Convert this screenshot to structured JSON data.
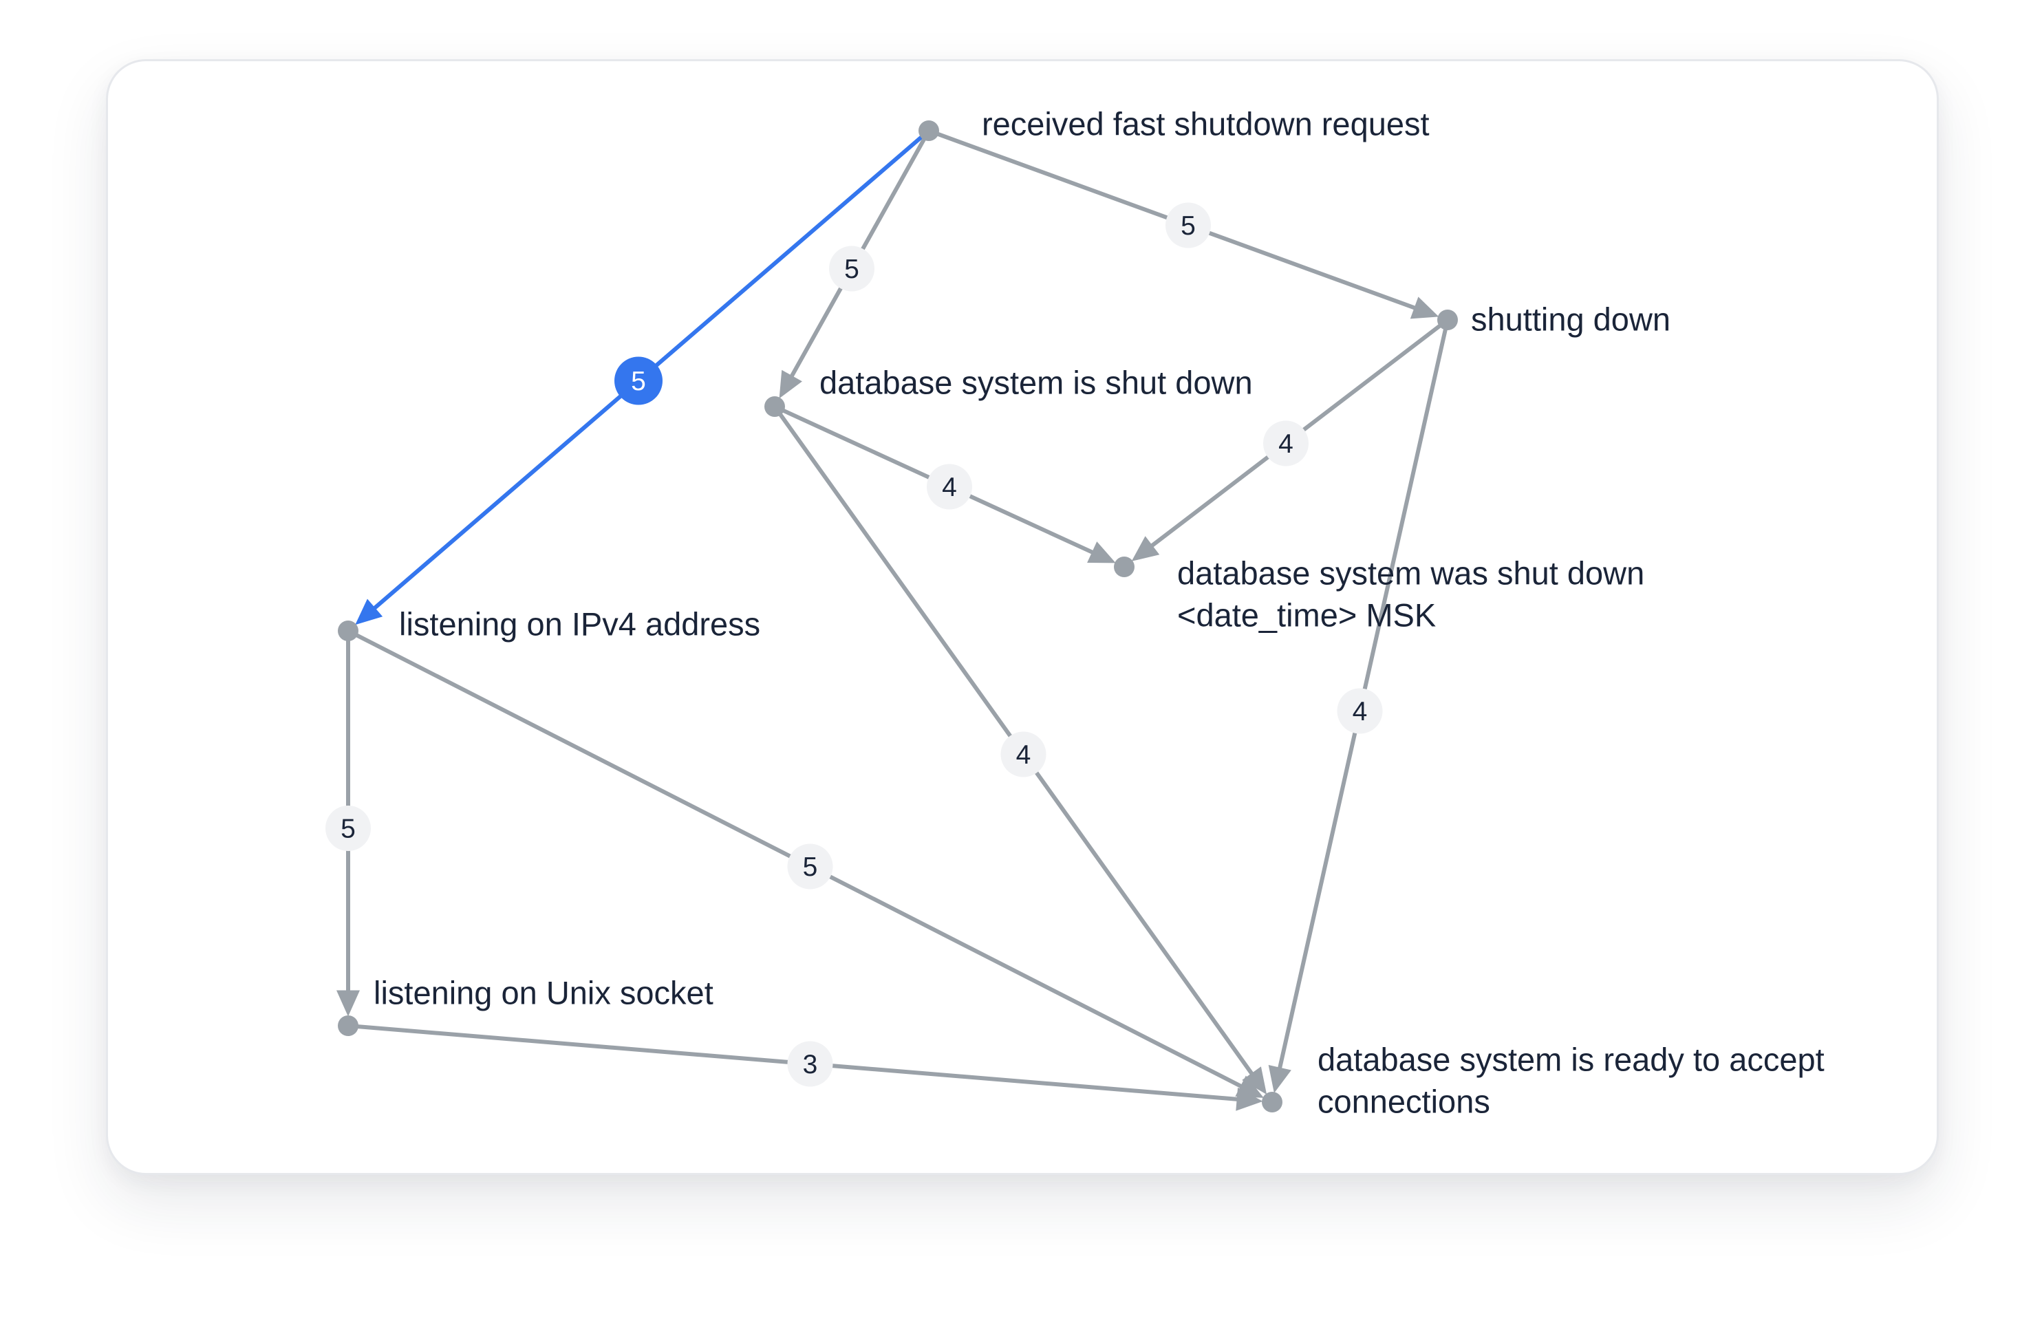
{
  "colors": {
    "edge": "#9aa1a8",
    "edge_selected": "#3476ee",
    "node": "#9aa1a8",
    "label_bg": "#f1f2f4",
    "label_text": "#1a2438",
    "selected_label_text": "#ffffff"
  },
  "nodes": [
    {
      "id": "fast_shutdown",
      "lines": [
        "received fast shutdown request"
      ]
    },
    {
      "id": "shutting_down",
      "lines": [
        "shutting down"
      ]
    },
    {
      "id": "is_shut_down",
      "lines": [
        "database system is shut down"
      ]
    },
    {
      "id": "was_shut_down",
      "lines": [
        "database system was shut down",
        "<date_time> MSK"
      ]
    },
    {
      "id": "ipv4",
      "lines": [
        "listening on IPv4 address"
      ]
    },
    {
      "id": "unix_socket",
      "lines": [
        "listening on Unix socket"
      ]
    },
    {
      "id": "ready",
      "lines": [
        "database system is ready to accept",
        "connections"
      ]
    }
  ],
  "edges": [
    {
      "from": "fast_shutdown",
      "to": "ipv4",
      "label": "5",
      "selected": true
    },
    {
      "from": "fast_shutdown",
      "to": "is_shut_down",
      "label": "5",
      "selected": false
    },
    {
      "from": "fast_shutdown",
      "to": "shutting_down",
      "label": "5",
      "selected": false
    },
    {
      "from": "is_shut_down",
      "to": "was_shut_down",
      "label": "4",
      "selected": false
    },
    {
      "from": "shutting_down",
      "to": "was_shut_down",
      "label": "4",
      "selected": false
    },
    {
      "from": "is_shut_down",
      "to": "ready",
      "label": "4",
      "selected": false
    },
    {
      "from": "shutting_down",
      "to": "ready",
      "label": "4",
      "selected": false
    },
    {
      "from": "ipv4",
      "to": "unix_socket",
      "label": "5",
      "selected": false
    },
    {
      "from": "ipv4",
      "to": "ready",
      "label": "5",
      "selected": false
    },
    {
      "from": "unix_socket",
      "to": "ready",
      "label": "3",
      "selected": false
    }
  ]
}
